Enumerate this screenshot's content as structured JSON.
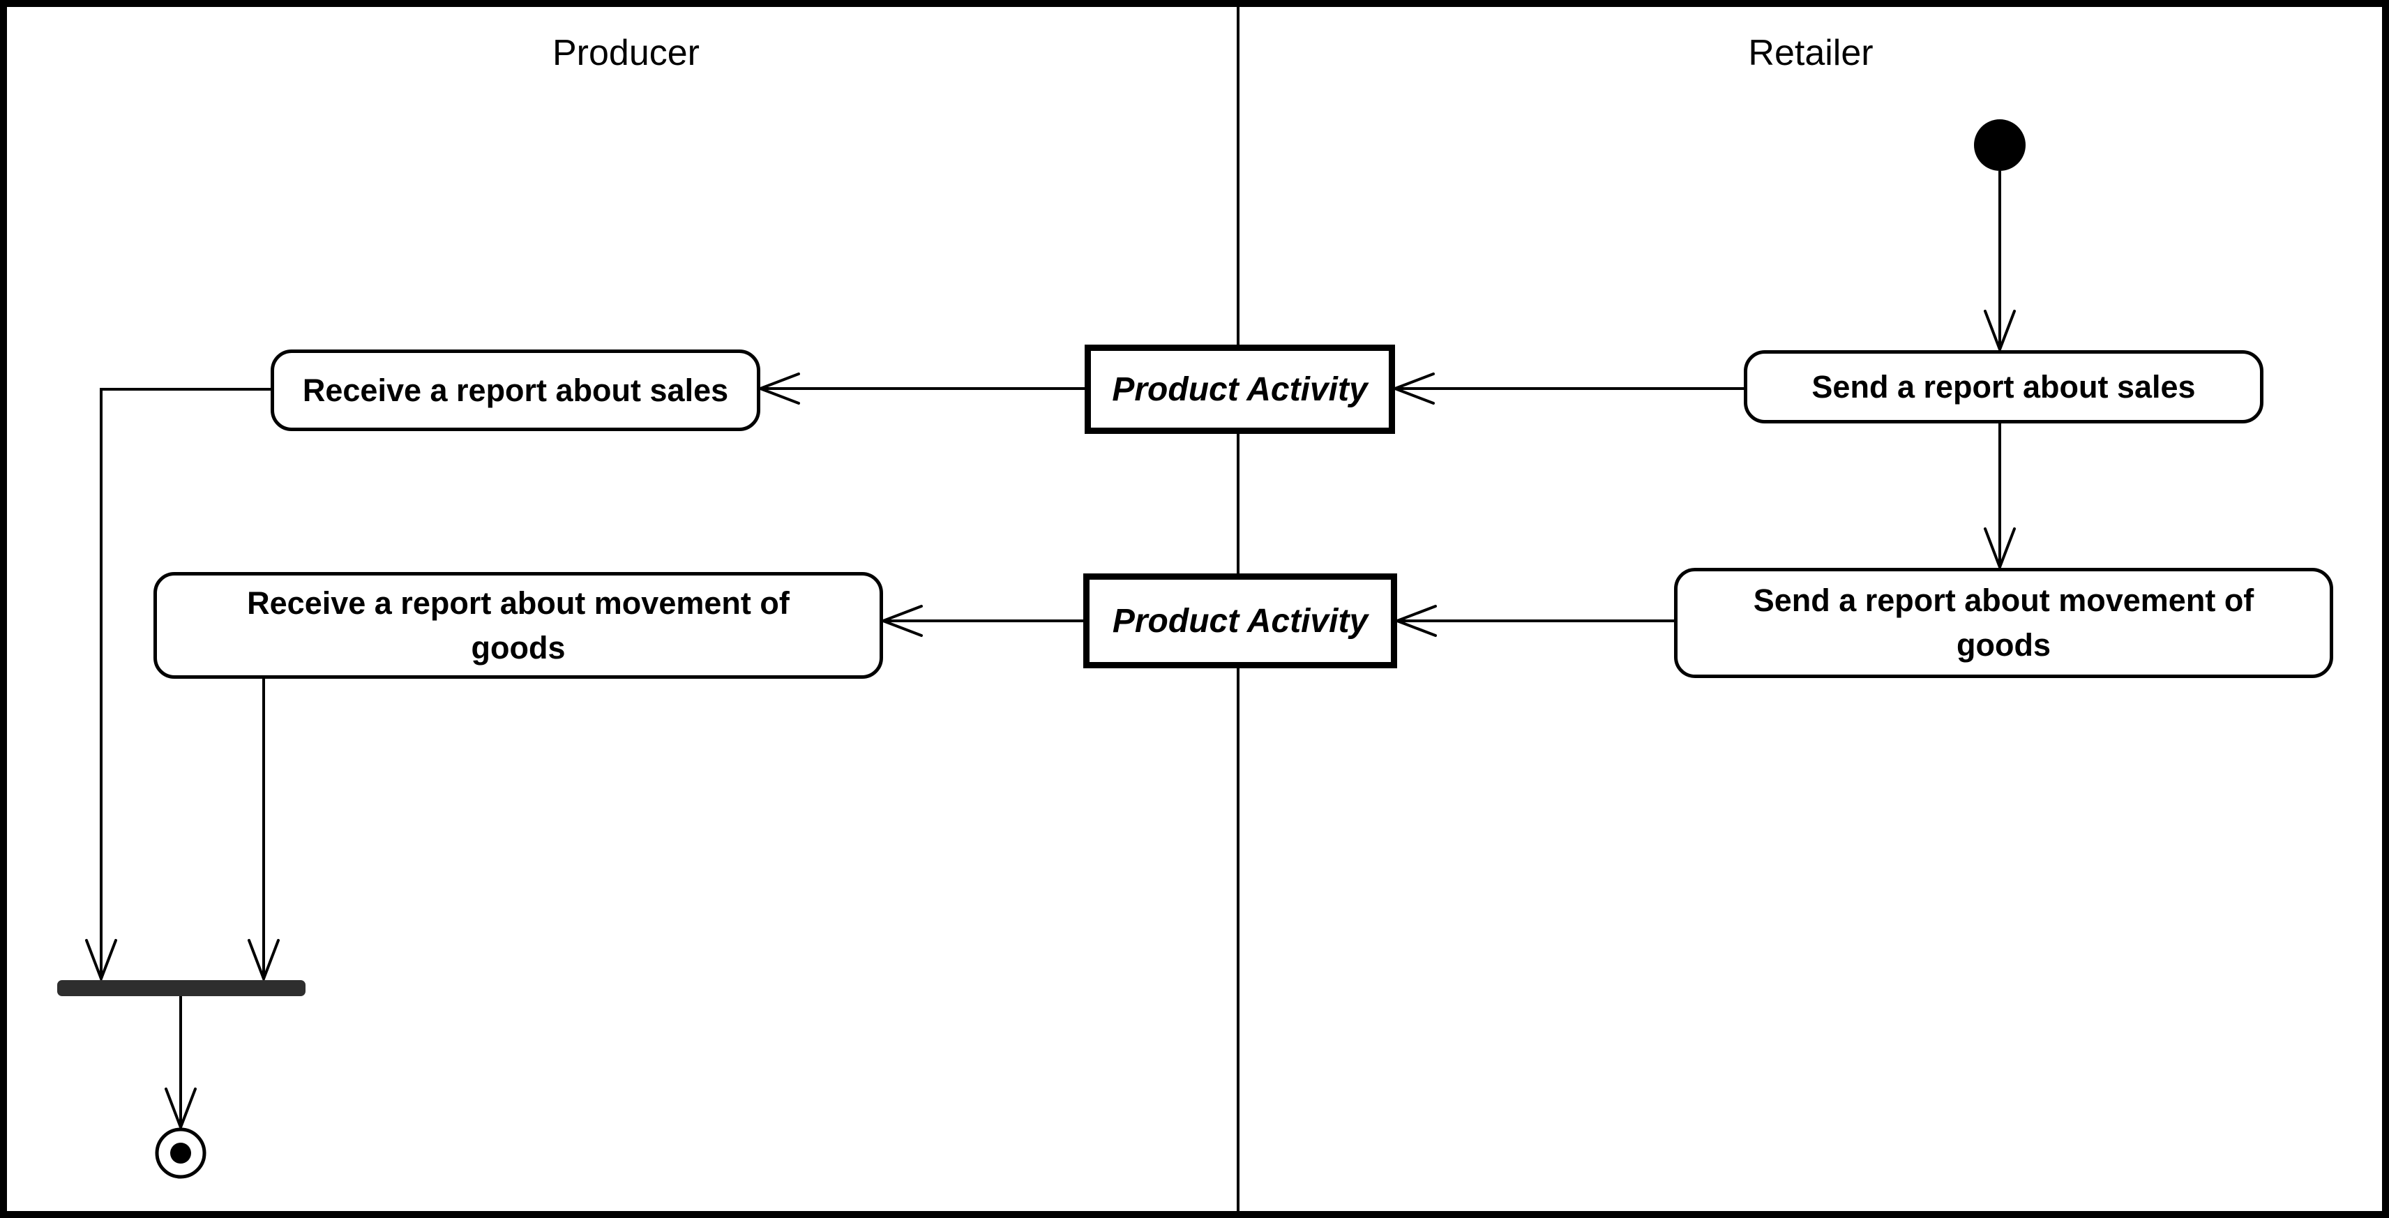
{
  "diagram_type": "UML activity diagram with swimlanes",
  "colors": {
    "line": "#000000",
    "join_bar": "#2e2e2e",
    "background": "#ffffff",
    "node_fill": "#ffffff",
    "text": "#000000"
  },
  "lanes": {
    "producer": {
      "title": "Producer"
    },
    "retailer": {
      "title": "Retailer"
    }
  },
  "nodes": {
    "start": {
      "kind": "initial-node"
    },
    "send_sales": {
      "label": "Send a report about sales"
    },
    "product_activity_1": {
      "label": "Product Activity"
    },
    "receive_sales": {
      "label": "Receive a report about sales"
    },
    "send_goods": {
      "label": "Send a report about movement of\ngoods"
    },
    "product_activity_2": {
      "label": "Product Activity"
    },
    "receive_goods": {
      "label": "Receive a report about movement of\ngoods"
    },
    "join": {
      "kind": "join-bar"
    },
    "end": {
      "kind": "final-node"
    }
  },
  "edges": [
    {
      "from": "start",
      "to": "send_sales"
    },
    {
      "from": "send_sales",
      "to": "send_goods"
    },
    {
      "from": "send_sales",
      "to": "product_activity_1"
    },
    {
      "from": "product_activity_1",
      "to": "receive_sales"
    },
    {
      "from": "send_goods",
      "to": "product_activity_2"
    },
    {
      "from": "product_activity_2",
      "to": "receive_goods"
    },
    {
      "from": "receive_sales",
      "to": "join"
    },
    {
      "from": "receive_goods",
      "to": "join"
    },
    {
      "from": "join",
      "to": "end"
    }
  ]
}
